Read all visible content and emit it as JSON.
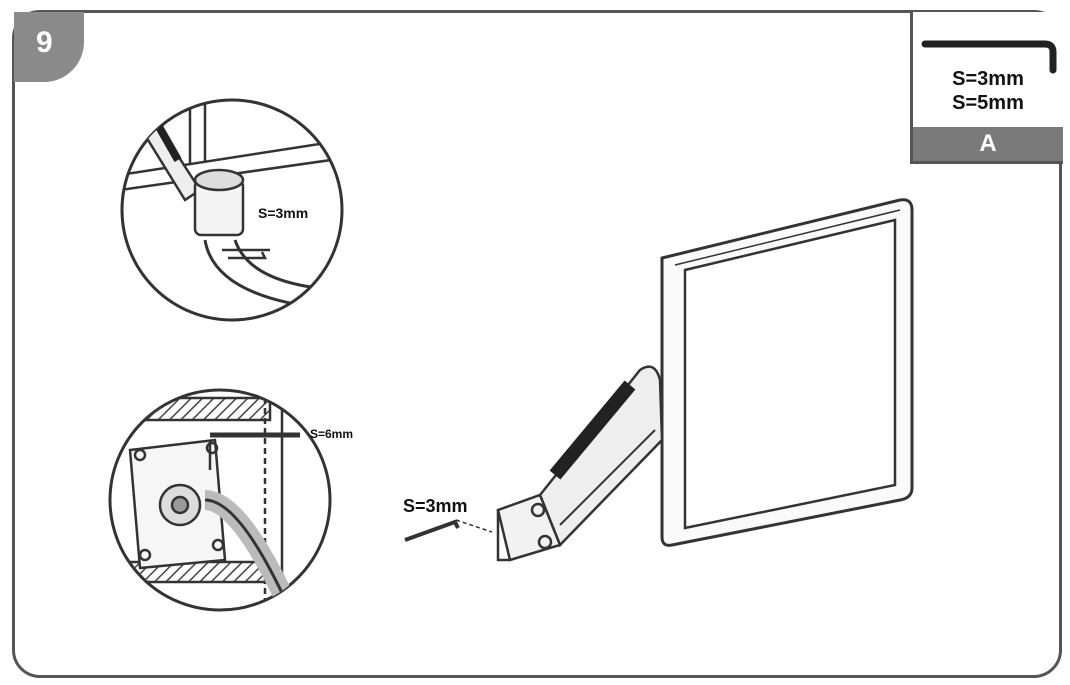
{
  "step": {
    "number": "9"
  },
  "tool_box": {
    "size_1": "S=3mm",
    "size_2": "S=5mm",
    "label": "A"
  },
  "callouts": {
    "top_detail": "S=3mm",
    "bottom_detail": "S=6mm",
    "main_view": "S=3mm"
  },
  "colors": {
    "line": "#333333",
    "badge": "#8a8a8a",
    "frame": "#555555"
  }
}
